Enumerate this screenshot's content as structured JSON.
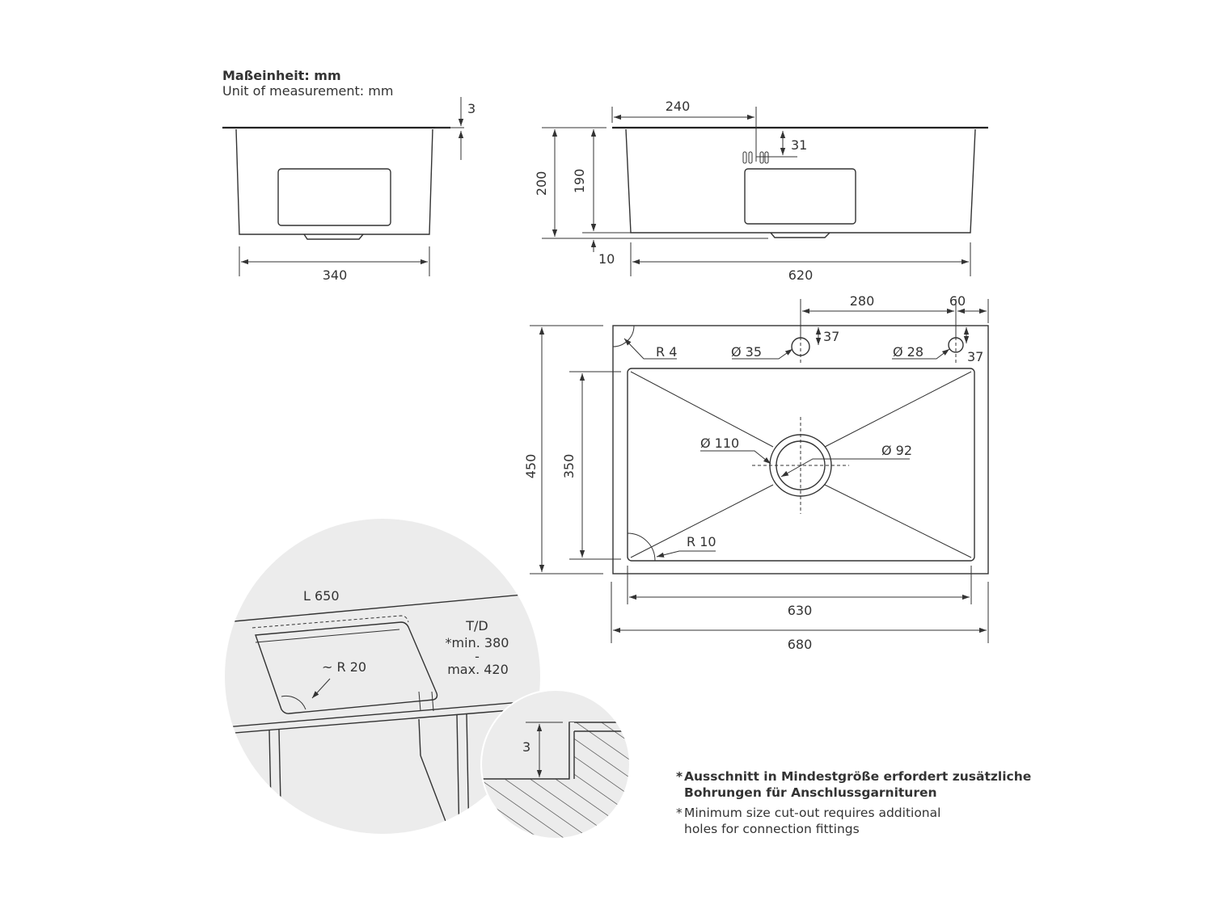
{
  "header": {
    "unit_de": "Maßeinheit: mm",
    "unit_en": "Unit of measurement: mm"
  },
  "side_view": {
    "flange_thickness": "3",
    "width": "340"
  },
  "front_view": {
    "overflow_offset": "240",
    "overflow_depth": "31",
    "total_height": "200",
    "bowl_height": "190",
    "bottom_gap": "10",
    "bottom_width": "620"
  },
  "top_view": {
    "tap_hole_offset": "280",
    "hole_edge_offset": "60",
    "hole1_from_top": "37",
    "hole2_from_top": "37",
    "corner_radius_outer": "R 4",
    "tap_hole_diameter": "Ø 35",
    "accessory_hole_diameter": "Ø 28",
    "drain_outer": "Ø 110",
    "drain_inner": "Ø 92",
    "corner_radius_inner": "R 10",
    "total_depth": "450",
    "bowl_depth": "350",
    "bowl_width": "630",
    "total_width": "680"
  },
  "detail_circle": {
    "length": "L 650",
    "depth_label": "T/D",
    "min_label": "*min. 380",
    "separator": "-",
    "max_label": "max. 420",
    "radius": "~ R 20",
    "flange_thickness": "3"
  },
  "notes": {
    "de_line1": "Ausschnitt in Mindestgröße erfordert zusätzliche",
    "de_line2": "Bohrungen für Anschlussgarnituren",
    "en_line1": "Minimum size cut-out requires additional",
    "en_line2": "holes for connection fittings",
    "asterisk": "*"
  },
  "colors": {
    "line": "#333333",
    "detail_fill": "#ececec"
  }
}
